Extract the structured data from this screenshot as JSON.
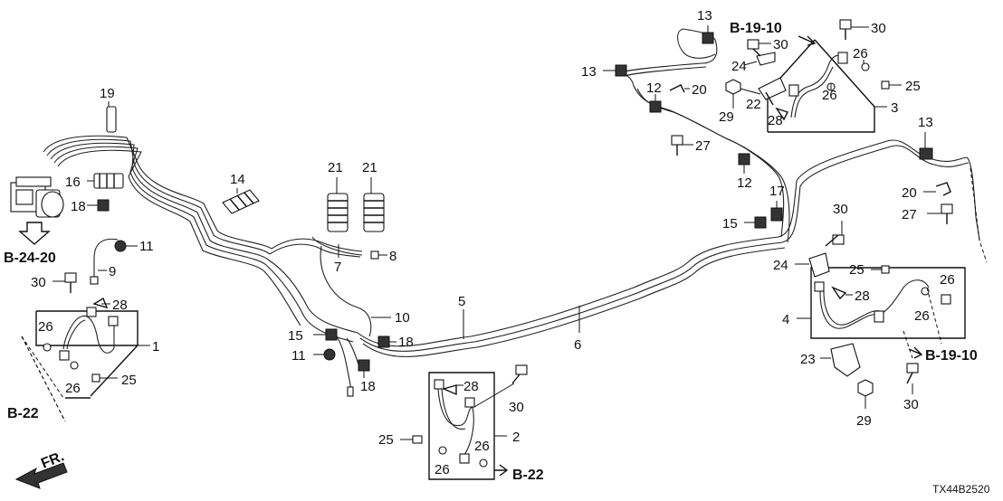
{
  "diagram": {
    "part_numbers": {
      "p1": "1",
      "p2": "2",
      "p3": "3",
      "p4": "4",
      "p5": "5",
      "p6": "6",
      "p7": "7",
      "p8": "8",
      "p9": "9",
      "p10": "10",
      "p11": "11",
      "p12": "12",
      "p13": "13",
      "p14": "14",
      "p15": "15",
      "p16": "16",
      "p17": "17",
      "p18": "18",
      "p19": "19",
      "p20": "20",
      "p21": "21",
      "p22": "22",
      "p23": "23",
      "p24": "24",
      "p25": "25",
      "p26": "26",
      "p27": "27",
      "p28": "28",
      "p29": "29",
      "p30": "30"
    },
    "references": {
      "b19_10": "B-19-10",
      "b24_20": "B-24-20",
      "b22": "B-22"
    },
    "front_label": "FR.",
    "diagram_code": "TX44B2520"
  }
}
